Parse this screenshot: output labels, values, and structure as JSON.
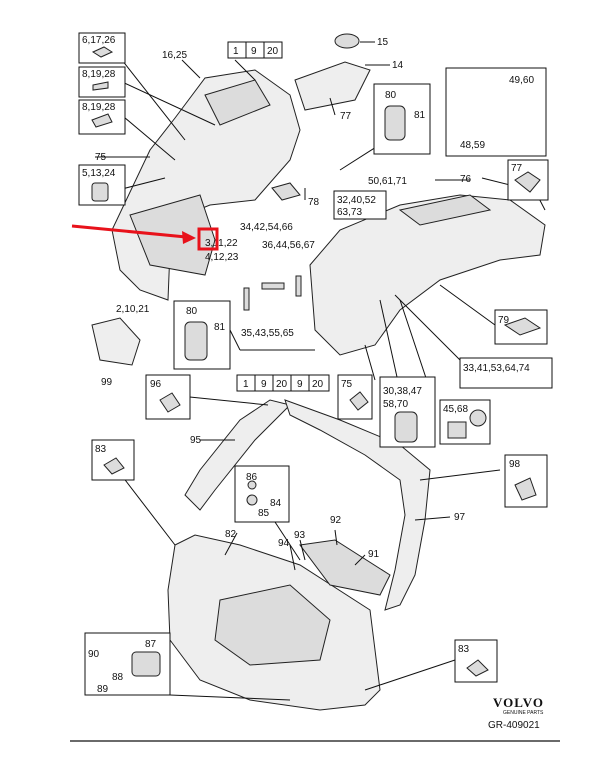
{
  "labels": {
    "l_6_17_26": "6,17,26",
    "l_16_25": "16,25",
    "l_15": "15",
    "l_14": "14",
    "l_49_60": "49,60",
    "l_8_19_28_a": "8,19,28",
    "l_8_19_28_b": "8,19,28",
    "l_77_a": "77",
    "l_80_a": "80",
    "l_81_a": "81",
    "l_48_59": "48,59",
    "l_75_a": "75",
    "l_5_13_24": "5,13,24",
    "l_50_61_71": "50,61,71",
    "l_76": "76",
    "l_77_box": "77",
    "l_32_40_52": "32,40,52",
    "l_63_73": "63,73",
    "l_78": "78",
    "l_34_42": "34,42,54,66",
    "l_3_11_22": "3,11,22",
    "l_4_12_23": "4,12,23",
    "l_36_44": "36,44,56,67",
    "l_2_10_21": "2,10,21",
    "l_80_b": "80",
    "l_81_b": "81",
    "l_35_43": "35,43,55,65",
    "l_79": "79",
    "l_99": "99",
    "l_33_41": "33,41,53,64,74",
    "l_96": "96",
    "l_75_b": "75",
    "l_30_38": "30,38,47",
    "l_58_70": "58,70",
    "l_45_68": "45,68",
    "l_95": "95",
    "l_83_a": "83",
    "l_98": "98",
    "l_86": "86",
    "l_84": "84",
    "l_85": "85",
    "l_97": "97",
    "l_82": "82",
    "l_92": "92",
    "l_93": "93",
    "l_94": "94",
    "l_91": "91",
    "l_90": "90",
    "l_87": "87",
    "l_88": "88",
    "l_89": "89",
    "l_83_b": "83"
  },
  "ref_row_top": [
    "1",
    "9",
    "20"
  ],
  "ref_row_bottom": [
    "1",
    "9",
    "20",
    "9",
    "20"
  ],
  "brand": {
    "name": "VOLVO",
    "sub": "GENUINE PARTS",
    "code": "GR-409021"
  },
  "colors": {
    "highlight": "#e8121b",
    "ink": "#111111",
    "part_fill": "#eeeeee"
  }
}
